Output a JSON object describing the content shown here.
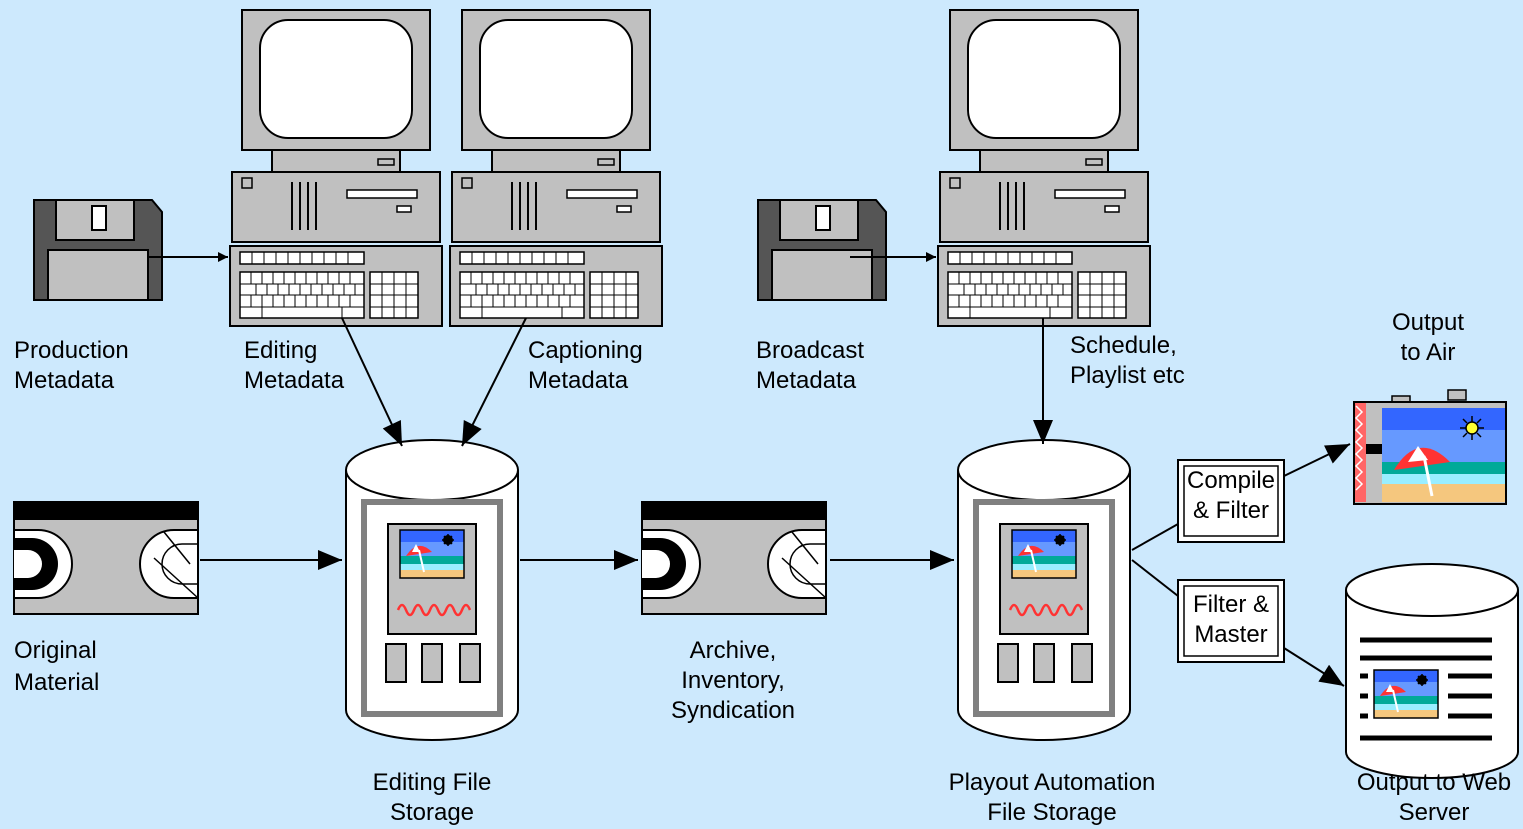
{
  "colors": {
    "background": "#cde9fd",
    "device": "#c0c0c0",
    "line": "#000000"
  },
  "labels": {
    "production_metadata": [
      "Production",
      "Metadata"
    ],
    "editing_metadata": [
      "Editing",
      "Metadata"
    ],
    "captioning_metadata": [
      "Captioning",
      "Metadata"
    ],
    "broadcast_metadata": [
      "Broadcast",
      "Metadata"
    ],
    "schedule": [
      "Schedule,",
      "Playlist etc"
    ],
    "output_air": [
      "Output",
      "to Air"
    ],
    "original_material": [
      "Original",
      "Material"
    ],
    "archive": [
      "Archive,",
      "Inventory,",
      "Syndication"
    ],
    "editing_storage": [
      "Editing File",
      "Storage"
    ],
    "playout_storage": [
      "Playout Automation",
      "File Storage"
    ],
    "output_web": [
      "Output to Web",
      "Server"
    ],
    "compile_filter": [
      "Compile",
      "& Filter"
    ],
    "filter_master": [
      "Filter &",
      "Master"
    ]
  },
  "icons": [
    "computer-icon",
    "floppy-disk-icon",
    "videotape-icon",
    "storage-cylinder-icon",
    "tv-screen-icon",
    "web-page-icon"
  ]
}
